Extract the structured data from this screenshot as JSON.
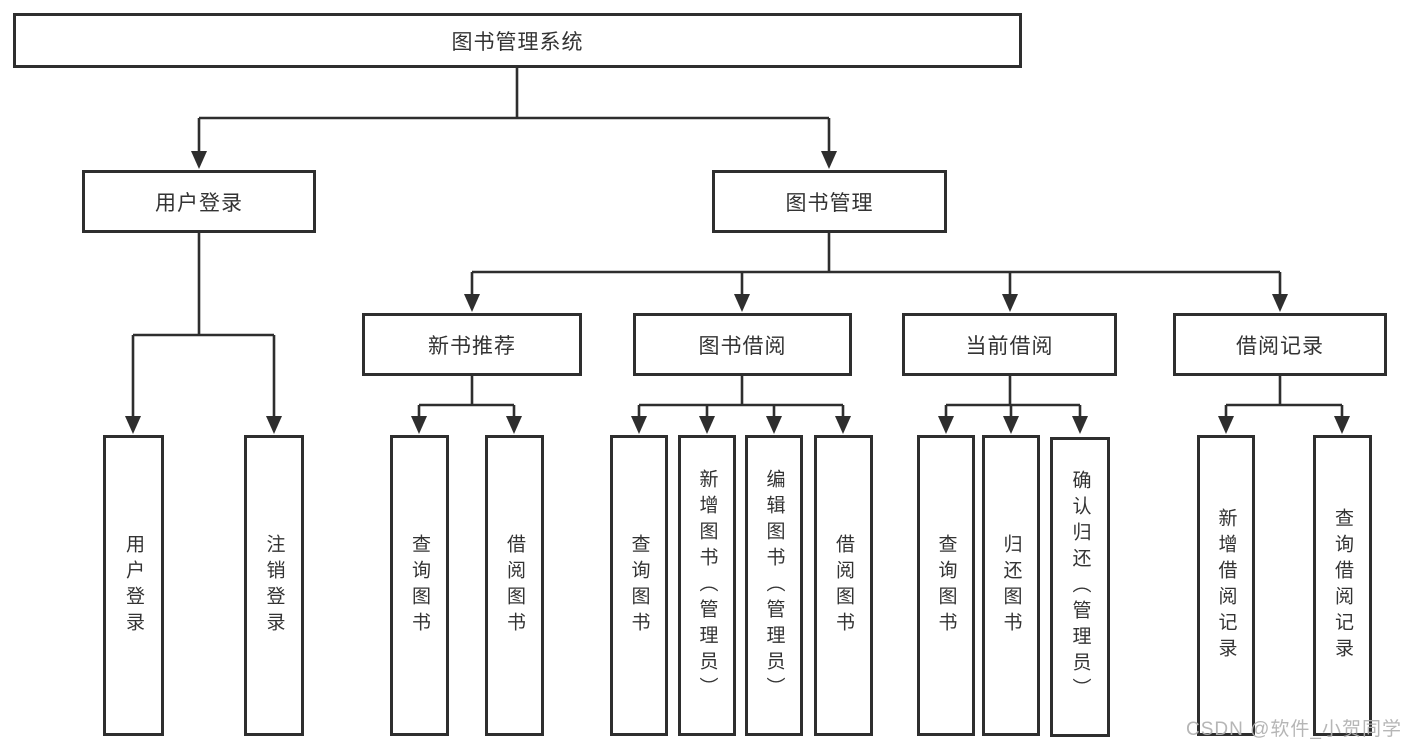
{
  "diagram_type": "functional-structure-tree",
  "tree": {
    "label": "图书管理系统",
    "children": [
      {
        "label": "用户登录",
        "children": [
          {
            "label": "用户登录"
          },
          {
            "label": "注销登录"
          }
        ]
      },
      {
        "label": "图书管理",
        "children": [
          {
            "label": "新书推荐",
            "children": [
              {
                "label": "查询图书"
              },
              {
                "label": "借阅图书"
              }
            ]
          },
          {
            "label": "图书借阅",
            "children": [
              {
                "label": "查询图书"
              },
              {
                "label": "新增图书（管理员）"
              },
              {
                "label": "编辑图书（管理员）"
              },
              {
                "label": "借阅图书"
              }
            ]
          },
          {
            "label": "当前借阅",
            "children": [
              {
                "label": "查询图书"
              },
              {
                "label": "归还图书"
              },
              {
                "label": "确认归还（管理员）"
              }
            ]
          },
          {
            "label": "借阅记录",
            "children": [
              {
                "label": "新增借阅记录"
              },
              {
                "label": "查询借阅记录"
              }
            ]
          }
        ]
      }
    ]
  },
  "watermark": {
    "text": "CSDN @软件_小贺同学"
  },
  "colors": {
    "line": "#2e2e2e",
    "box_border": "#2e2e2e",
    "text": "#333333",
    "watermark": "#b2b2b2",
    "background": "#ffffff"
  }
}
